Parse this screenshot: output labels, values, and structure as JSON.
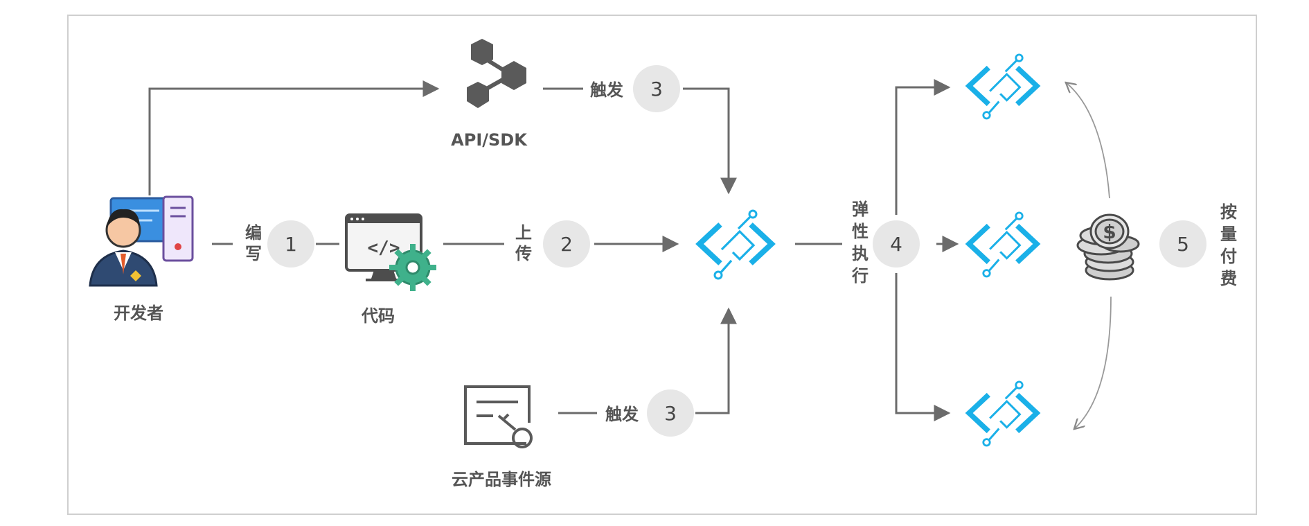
{
  "colors": {
    "frame": "#cfcfcf",
    "line": "#6b6b6b",
    "step_circle": "#e7e7e7",
    "fc_blue": "#1ab0e8",
    "dark_icon": "#5a5a5a",
    "dev_purple": "#6b4f9e"
  },
  "nodes": {
    "developer": {
      "label": "开发者",
      "icon": "developer-at-computer-icon"
    },
    "code": {
      "label": "代码",
      "icon": "code-monitor-gear-icon"
    },
    "api_sdk": {
      "label": "API/SDK",
      "icon": "hexagon-nodes-icon"
    },
    "event_source": {
      "label": "云产品事件源",
      "icon": "event-key-icon"
    },
    "function_main": {
      "icon": "function-compute-icon"
    },
    "function_instances": [
      {
        "icon": "function-compute-icon"
      },
      {
        "icon": "function-compute-icon"
      },
      {
        "icon": "function-compute-icon"
      }
    ],
    "coins": {
      "icon": "coin-stack-icon"
    }
  },
  "steps": {
    "write": {
      "number": "1",
      "text": [
        "编",
        "写"
      ]
    },
    "upload": {
      "number": "2",
      "text": [
        "上",
        "传"
      ]
    },
    "trigger_api": {
      "number": "3",
      "text": "触发"
    },
    "trigger_event": {
      "number": "3",
      "text": "触发"
    },
    "elastic": {
      "number": "4",
      "text": [
        "弹",
        "性",
        "执",
        "行"
      ]
    },
    "pay": {
      "number": "5",
      "text": [
        "按",
        "量",
        "付",
        "费"
      ]
    }
  }
}
